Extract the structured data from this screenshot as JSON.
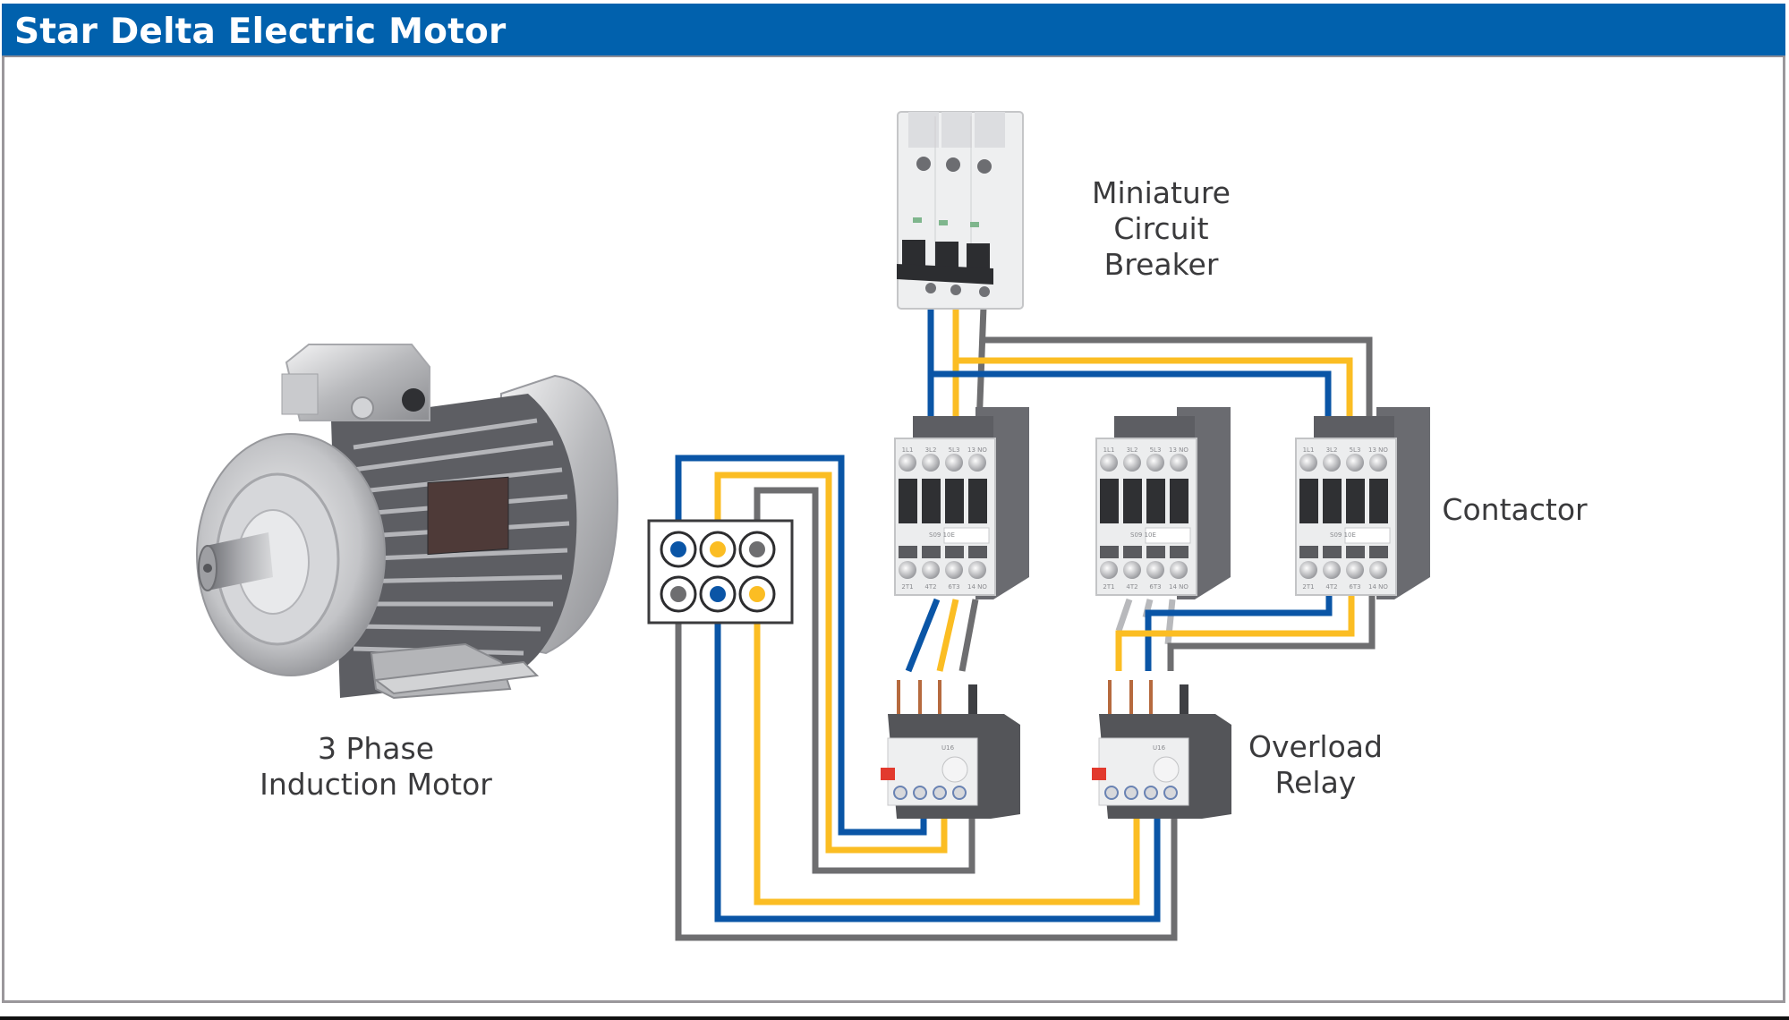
{
  "title": "Star Delta Electric Motor",
  "colors": {
    "title_bar": "#0161ad",
    "wire_blue": "#0a55a6",
    "wire_yellow": "#fbbd23",
    "wire_gray": "#6e6e70",
    "label_text": "#3a3a3c"
  },
  "labels": {
    "motor": {
      "line1": "3 Phase",
      "line2": "Induction Motor"
    },
    "mcb": {
      "line1": "Miniature Circuit",
      "line2": "Breaker"
    },
    "contactor": {
      "line1": "Contactor"
    },
    "overload": {
      "line1": "Overload",
      "line2": "Relay"
    }
  },
  "components": {
    "motor": {
      "name": "3 Phase Induction Motor",
      "icon": "motor-icon"
    },
    "mcb": {
      "name": "Miniature Circuit Breaker",
      "poles": 3,
      "icon": "circuit-breaker-icon"
    },
    "terminal_box": {
      "top_row": [
        "blue",
        "yellow",
        "gray"
      ],
      "bottom_row": [
        "gray",
        "blue",
        "yellow"
      ]
    },
    "contactors": [
      {
        "id": "main",
        "model": "S09 10E",
        "top_terminals": [
          "1L1",
          "3L2",
          "5L3",
          "13 NO"
        ],
        "bottom_terminals": [
          "2T1",
          "4T2",
          "6T3",
          "14 NO"
        ]
      },
      {
        "id": "star",
        "model": "S09 10E",
        "top_terminals": [
          "1L1",
          "3L2",
          "5L3",
          "13 NO"
        ],
        "bottom_terminals": [
          "2T1",
          "4T2",
          "6T3",
          "14 NO"
        ]
      },
      {
        "id": "delta",
        "model": "S09 10E",
        "top_terminals": [
          "1L1",
          "3L2",
          "5L3",
          "13 NO"
        ],
        "bottom_terminals": [
          "2T1",
          "4T2",
          "6T3",
          "14 NO"
        ]
      }
    ],
    "overload_relays": [
      {
        "id": "relay-1",
        "model": "U16"
      },
      {
        "id": "relay-2",
        "model": "U16"
      }
    ]
  }
}
